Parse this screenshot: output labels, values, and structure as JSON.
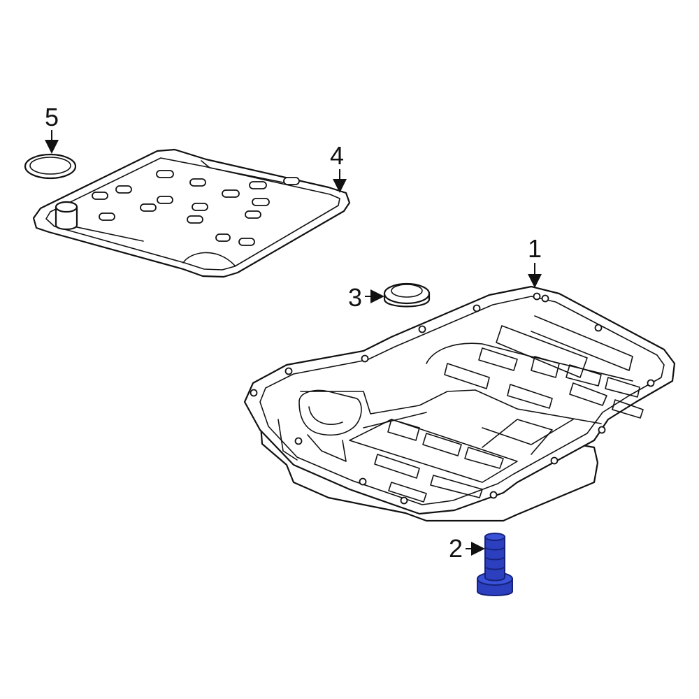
{
  "callouts": {
    "c1": "1",
    "c2": "2",
    "c3": "3",
    "c4": "4",
    "c5": "5"
  },
  "colors": {
    "line": "#111111",
    "background": "#ffffff",
    "highlight": "#2b3fbf",
    "highlight_dark": "#16227a"
  }
}
